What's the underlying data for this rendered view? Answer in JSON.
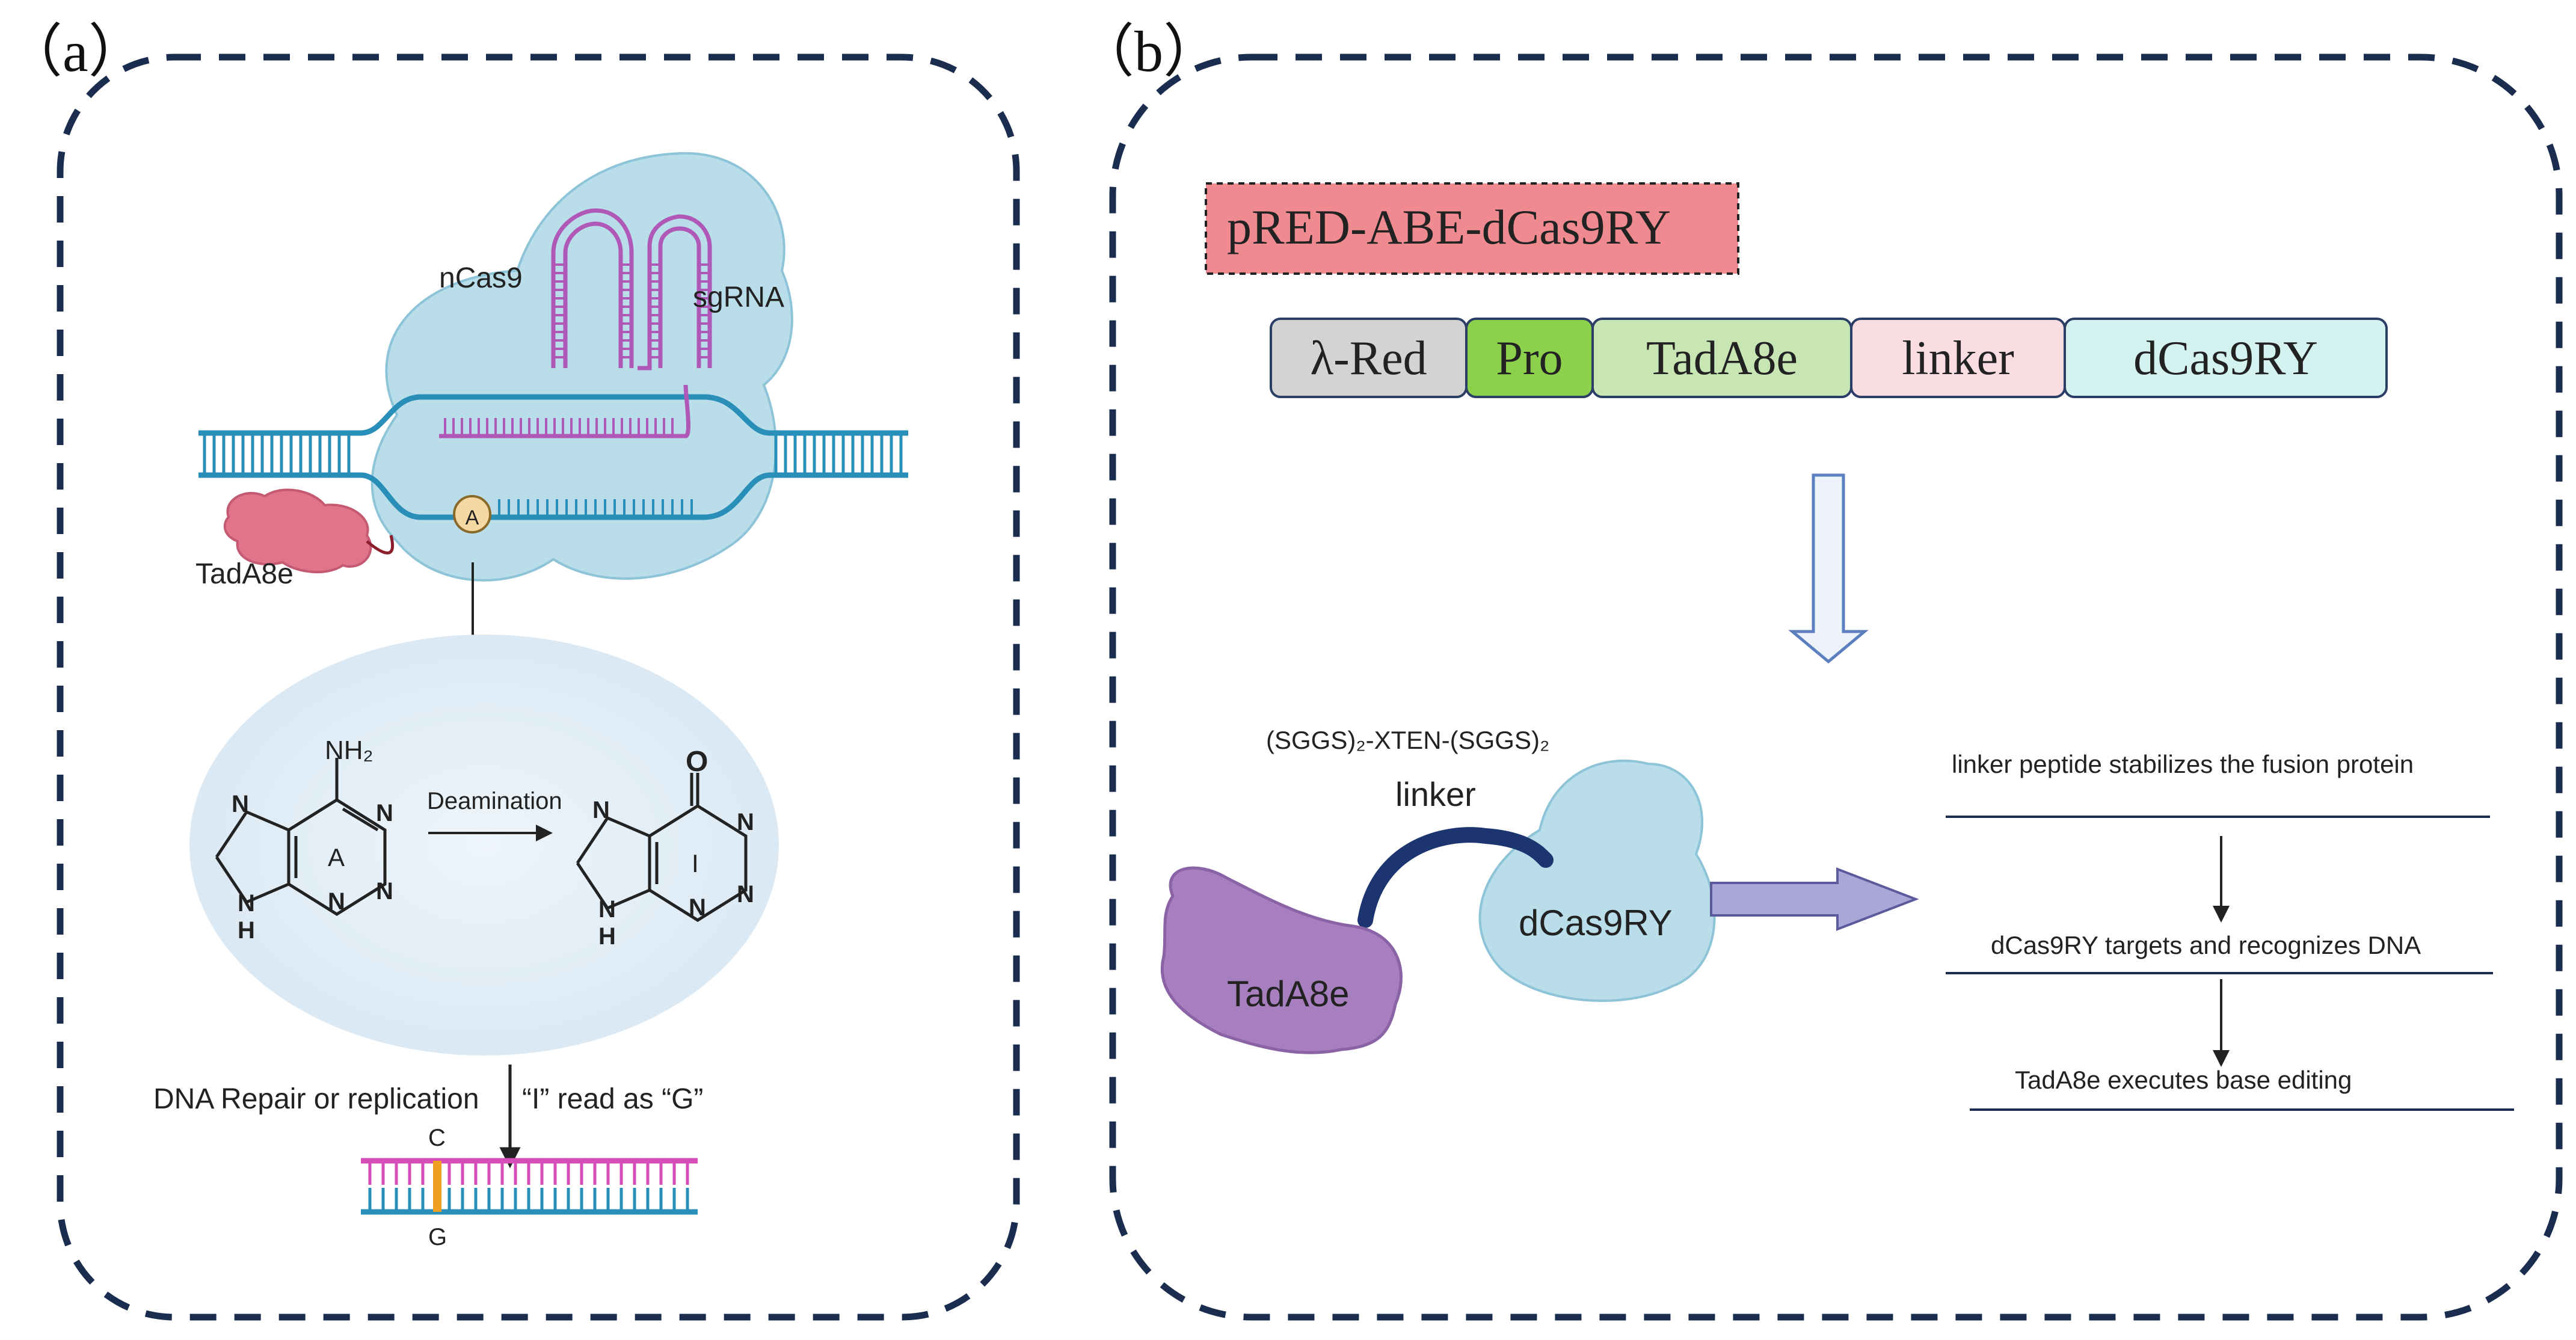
{
  "panel_a": {
    "label": "（a）",
    "ncas9_label": "nCas9",
    "sgrna_label": "sgRNA",
    "base_a": "A",
    "tada8e_label": "TadA8e",
    "nh2_label": "NH₂",
    "deamination_label": "Deamination",
    "adenine_ring_letter": "A",
    "inosine_ring_letter": "I",
    "oxygen_label": "O",
    "n_label": "N",
    "h_label": "H",
    "repair_label": "DNA Repair or replication",
    "read_label": "“I” read as “G”",
    "base_c": "C",
    "base_g": "G"
  },
  "panel_b": {
    "label": "（b）",
    "plasmid_name": "pRED-ABE-dCas9RY",
    "segments": [
      {
        "label": "λ-Red",
        "color": "#d3d3d3"
      },
      {
        "label": "Pro",
        "color": "#8cd04c"
      },
      {
        "label": "TadA8e",
        "color": "#c8e6b4"
      },
      {
        "label": "linker",
        "color": "#f9dde3"
      },
      {
        "label": "dCas9RY",
        "color": "#d4f2ef"
      }
    ],
    "linker_sequence": "(SGGS)₂-XTEN-(SGGS)₂",
    "linker_label": "linker",
    "dcas9ry_label": "dCas9RY",
    "tada8e_label": "TadA8e",
    "steps": [
      "linker peptide stabilizes the fusion protein",
      "dCas9RY targets and recognizes DNA",
      "TadA8e executes base editing"
    ]
  },
  "colors": {
    "frame_dash": "#1b2d4f",
    "cas_blue": "#b9dde9",
    "dna_blue": "#2a8fb8",
    "sgrna_purple": "#b058b8",
    "tada_pink": "#e0748a",
    "tada_purple": "#a77fbf",
    "linker_navy": "#1c3570",
    "arrow_lavender": "#a9a7d8",
    "plasmid_title_bg": "#ef8a90"
  }
}
